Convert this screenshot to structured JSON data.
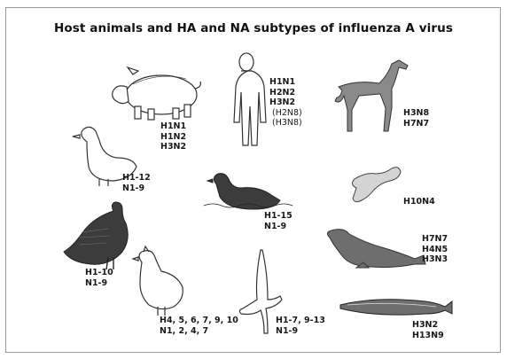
{
  "title": "Host animals and HA and NA subtypes of influenza A virus",
  "hosts": [
    {
      "key": "pig",
      "icon": "pig-icon",
      "lines": [
        "H1N1",
        "H1N2",
        "H3N2"
      ]
    },
    {
      "key": "human",
      "icon": "human-icon",
      "lines": [
        "H1N1",
        "H2N2",
        "H3N2",
        "(H2N8)",
        "(H3N8)"
      ]
    },
    {
      "key": "horse",
      "icon": "horse-icon",
      "lines": [
        "H3N8",
        "H7N7"
      ]
    },
    {
      "key": "duck",
      "icon": "duck-icon",
      "lines": [
        "H1-12",
        "N1-9"
      ]
    },
    {
      "key": "mink",
      "icon": "mink-icon",
      "lines": [
        "H10N4"
      ]
    },
    {
      "key": "shorebird",
      "icon": "shorebird-icon",
      "lines": [
        "H1-15",
        "N1-9"
      ]
    },
    {
      "key": "turkey",
      "icon": "turkey-icon",
      "lines": [
        "H1-10",
        "N1-9"
      ]
    },
    {
      "key": "seal",
      "icon": "seal-icon",
      "lines": [
        "H7N7",
        "H4N5",
        "H3N3"
      ]
    },
    {
      "key": "chicken",
      "icon": "chicken-icon",
      "lines": [
        "H4, 5, 6, 7, 9, 10",
        "N1, 2, 4, 7"
      ]
    },
    {
      "key": "gull",
      "icon": "gull-icon",
      "lines": [
        "H1-7, 9-13",
        "N1-9"
      ]
    },
    {
      "key": "whale",
      "icon": "whale-icon",
      "lines": [
        "H3N2",
        "H13N9"
      ]
    }
  ],
  "colors": {
    "ink": "#1a1a1a",
    "animal_fill": "#8a8a8a",
    "dark_fill": "#3c3c3c",
    "frame": "#9a9a9a"
  }
}
